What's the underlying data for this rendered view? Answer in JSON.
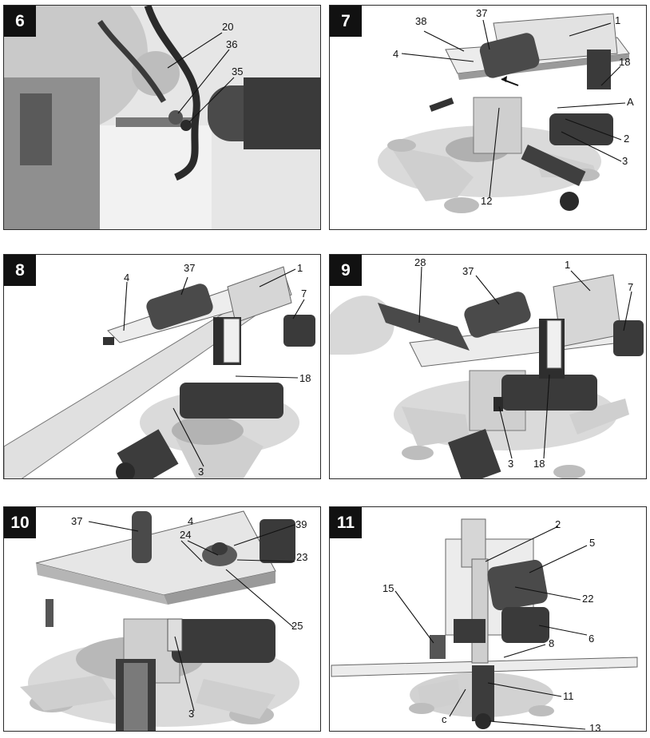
{
  "figures": [
    {
      "number": "6",
      "callouts": [
        "20",
        "36",
        "35"
      ]
    },
    {
      "number": "7",
      "callouts": [
        "37",
        "38",
        "1",
        "4",
        "18",
        "A",
        "2",
        "3",
        "12"
      ]
    },
    {
      "number": "8",
      "callouts": [
        "37",
        "4",
        "1",
        "7",
        "18",
        "3"
      ]
    },
    {
      "number": "9",
      "callouts": [
        "28",
        "37",
        "1",
        "7",
        "3",
        "18"
      ]
    },
    {
      "number": "10",
      "callouts": [
        "37",
        "4",
        "24",
        "39",
        "23",
        "25",
        "3"
      ]
    },
    {
      "number": "11",
      "callouts": [
        "2",
        "5",
        "15",
        "22",
        "8",
        "6",
        "11",
        "c",
        "13"
      ]
    }
  ],
  "colors": {
    "border": "#2a2a2a",
    "badge": "#111111",
    "machine_light": "#d9d9d9",
    "machine_mid": "#a8a8a8",
    "machine_dark": "#3c3c3c"
  }
}
